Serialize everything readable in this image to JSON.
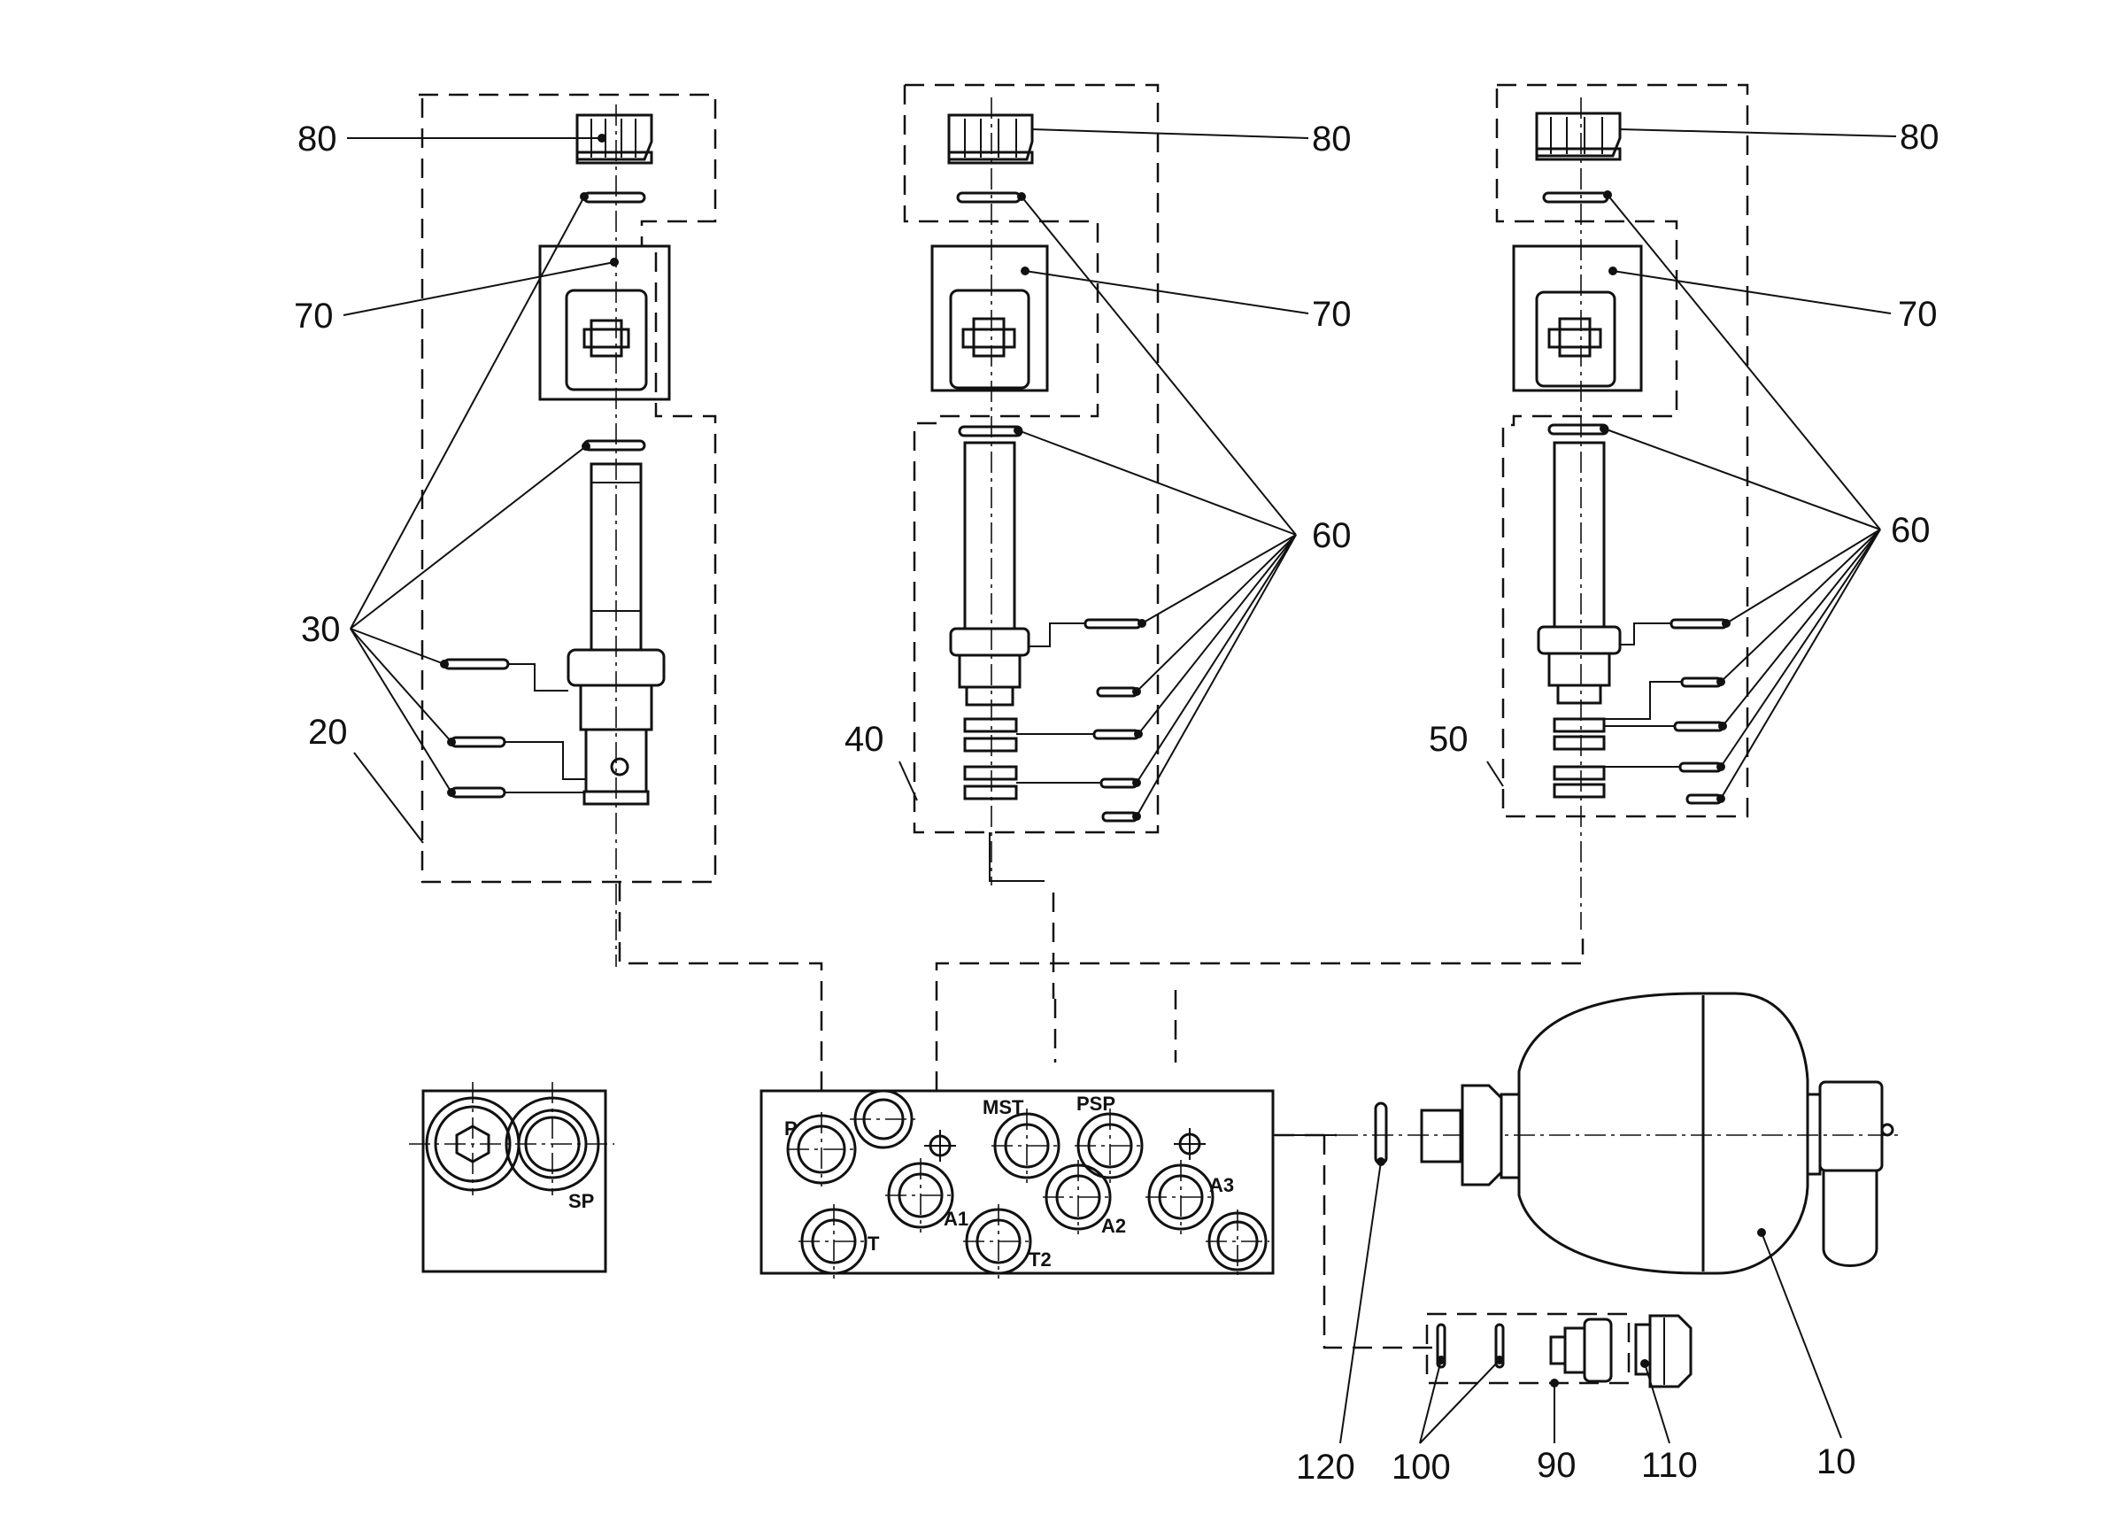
{
  "callouts": {
    "c10": "10",
    "c20": "20",
    "c30": "30",
    "c40": "40",
    "c50": "50",
    "c60_mid": "60",
    "c60_right": "60",
    "c70_left": "70",
    "c70_mid": "70",
    "c70_right": "70",
    "c80_left": "80",
    "c80_mid": "80",
    "c80_right": "80",
    "c90": "90",
    "c100": "100",
    "c110": "110",
    "c120": "120"
  },
  "ports": {
    "p": "P",
    "mst": "MST",
    "psp": "PSP",
    "a1": "A1",
    "a2": "A2",
    "a3": "A3",
    "t": "T",
    "t2": "T2",
    "sp": "SP"
  },
  "line_color": "#111111",
  "background": "#ffffff"
}
